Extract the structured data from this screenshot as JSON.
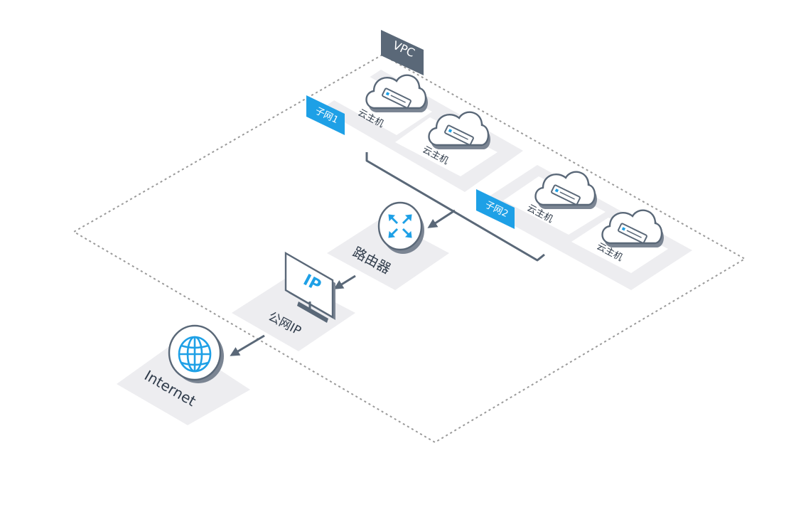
{
  "vpc_label": "VPC",
  "subnet1": {
    "label": "子网1",
    "hosts": [
      "云主机",
      "云主机"
    ]
  },
  "subnet2": {
    "label": "子网2",
    "hosts": [
      "云主机",
      "云主机"
    ]
  },
  "router": {
    "label": "路由器",
    "icon": "router-icon"
  },
  "public_ip": {
    "label": "公网IP",
    "screen_text": "IP",
    "icon": "monitor-icon"
  },
  "internet": {
    "label": "Internet",
    "icon": "globe-icon"
  },
  "colors": {
    "accent": "#1ea0e6",
    "dark": "#5a6878",
    "platform": "#ededf0",
    "card": "#ffffff",
    "dashed": "#9a9a9a"
  }
}
